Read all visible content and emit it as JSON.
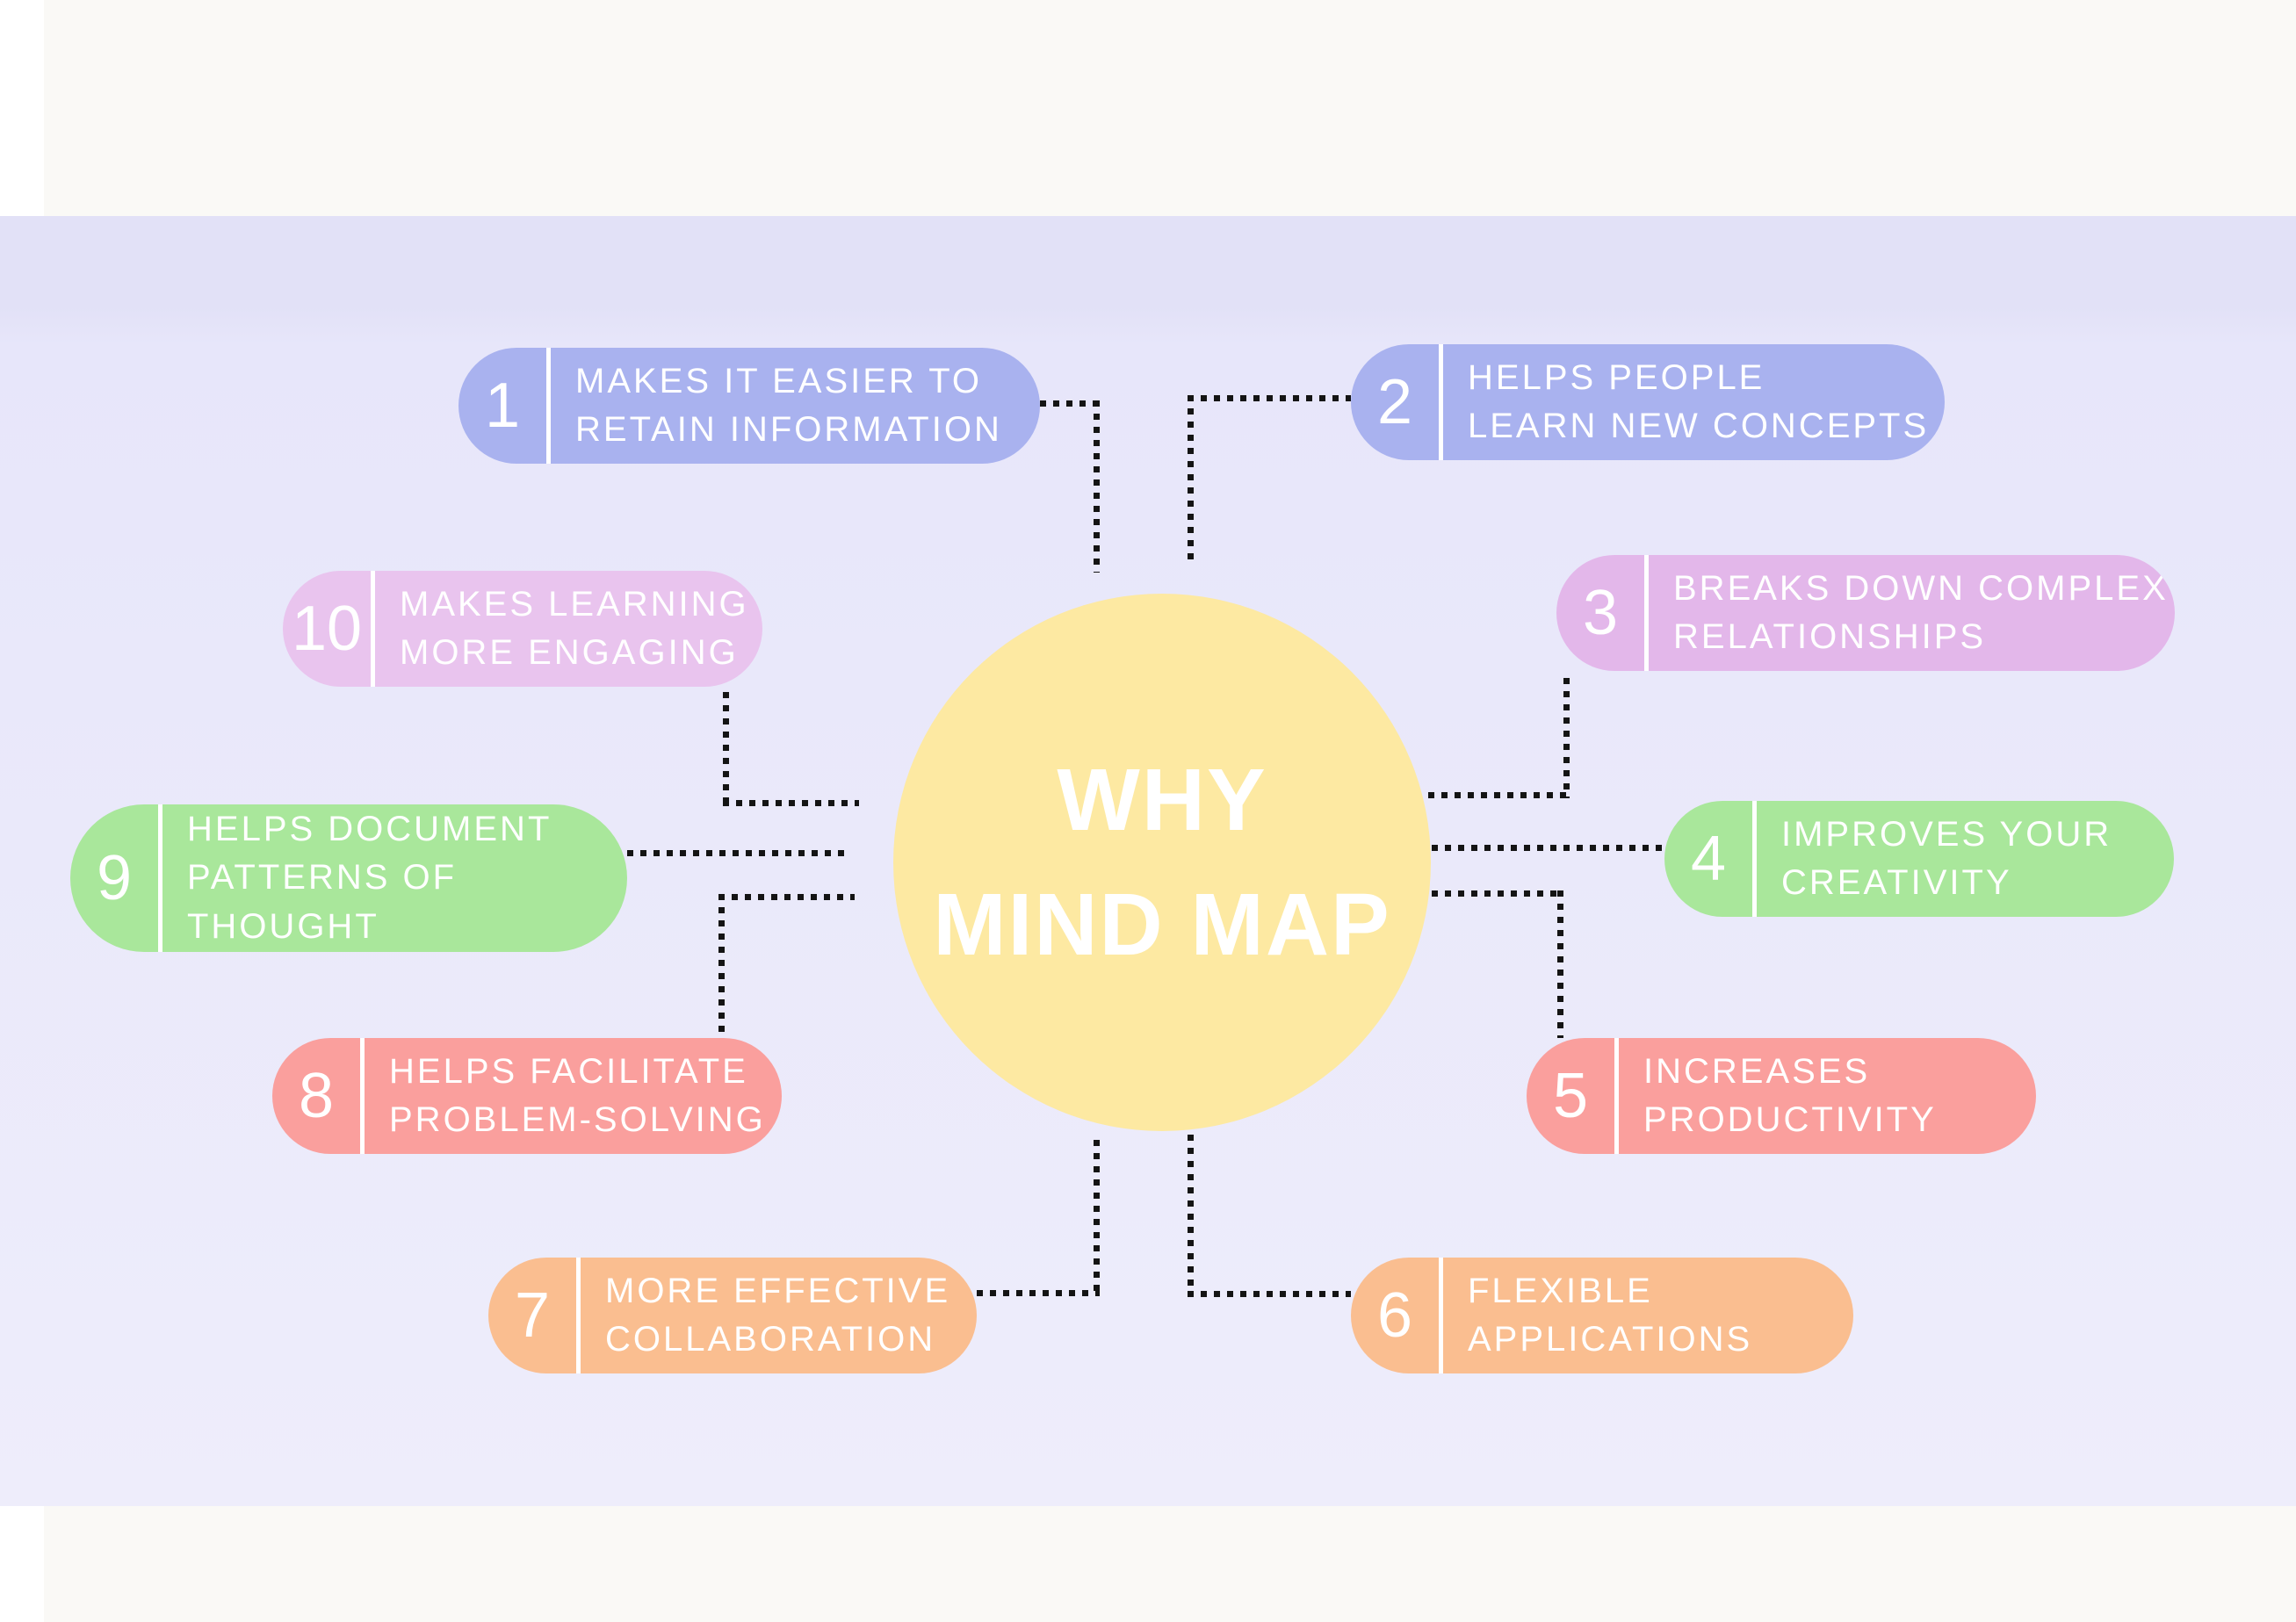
{
  "canvas": {
    "title_lines": [
      "WHY",
      "MIND MAP"
    ],
    "center_color": "#fde9a2",
    "panel_color_top": "#e2e1f7",
    "panel_color_bottom": "#eeedfb",
    "margin_color": "#faf9f6",
    "left_strip_color": "#ffffff",
    "connector_color": "#141414",
    "text_color": "#ffffff"
  },
  "bubbles": [
    {
      "number": "1",
      "label_lines": [
        "MAKES IT EASIER TO",
        "RETAIN INFORMATION"
      ],
      "color": "#a9b2ef"
    },
    {
      "number": "2",
      "label_lines": [
        "HELPS PEOPLE",
        "LEARN NEW CONCEPTS"
      ],
      "color": "#a9b2ef"
    },
    {
      "number": "3",
      "label_lines": [
        "BREAKS DOWN COMPLEX",
        "RELATIONSHIPS"
      ],
      "color": "#e3b7ea"
    },
    {
      "number": "4",
      "label_lines": [
        "IMPROVES YOUR",
        "CREATIVITY"
      ],
      "color": "#a9e79b"
    },
    {
      "number": "5",
      "label_lines": [
        "INCREASES",
        "PRODUCTIVITY"
      ],
      "color": "#fa9f9d"
    },
    {
      "number": "6",
      "label_lines": [
        "FLEXIBLE",
        "APPLICATIONS"
      ],
      "color": "#fabe90"
    },
    {
      "number": "7",
      "label_lines": [
        "MORE EFFECTIVE",
        "COLLABORATION"
      ],
      "color": "#fabe90"
    },
    {
      "number": "8",
      "label_lines": [
        "HELPS FACILITATE",
        "PROBLEM-SOLVING"
      ],
      "color": "#fa9f9d"
    },
    {
      "number": "9",
      "label_lines": [
        "HELPS DOCUMENT",
        "PATTERNS OF",
        "THOUGHT"
      ],
      "color": "#a9e79b"
    },
    {
      "number": "10",
      "label_lines": [
        "MAKES LEARNING",
        "MORE ENGAGING"
      ],
      "color": "#e9c4ee"
    }
  ]
}
